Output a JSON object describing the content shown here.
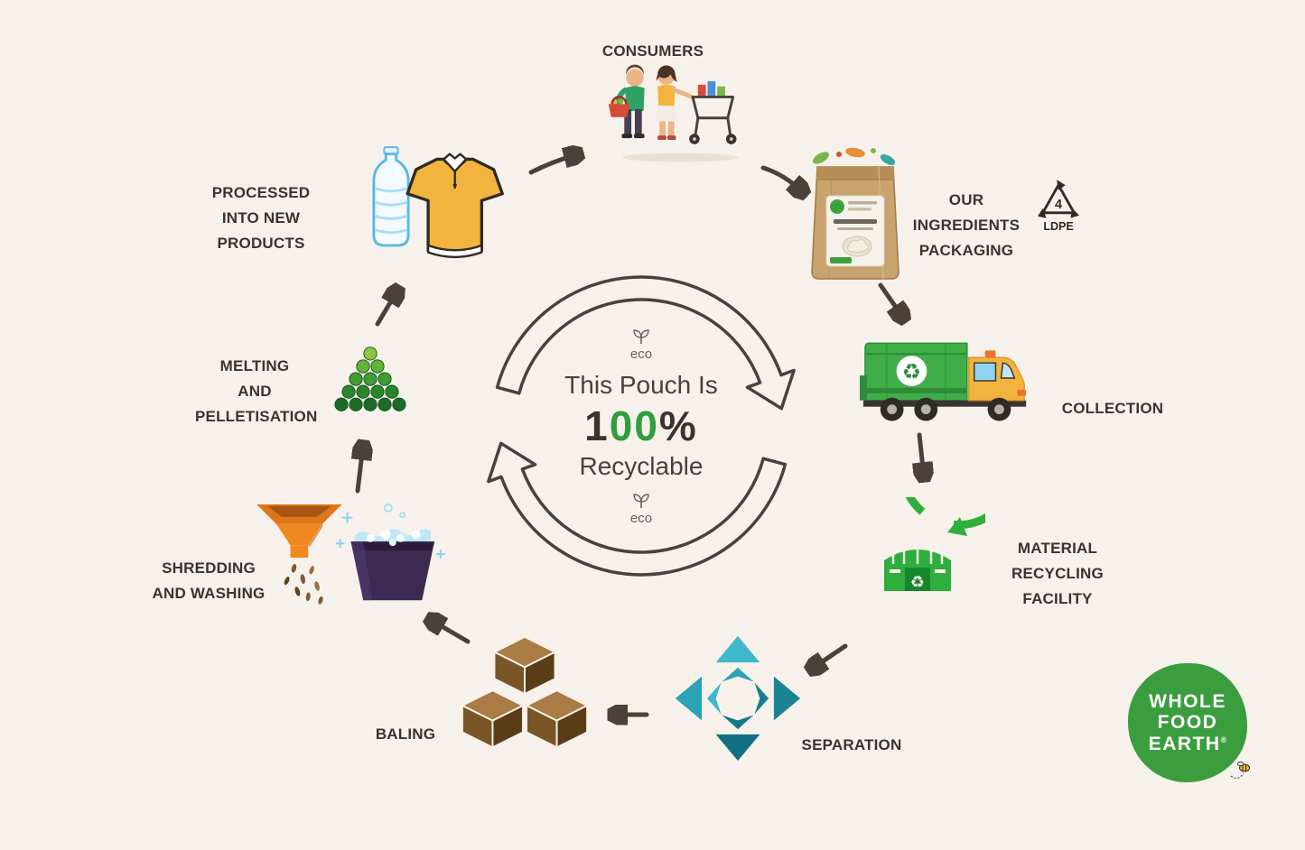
{
  "page": {
    "background": "#f7f1eb"
  },
  "center": {
    "eco_top": "eco",
    "eco_bottom": "eco",
    "line1": "This Pouch Is",
    "pct_prefix": "1",
    "pct_zeros": "00",
    "pct_suffix": "%",
    "line2": "Recyclable"
  },
  "icons": {
    "recycle_glyph": "♻"
  },
  "stages": {
    "consumers": {
      "label": "CONSUMERS"
    },
    "packaging": {
      "lines": [
        "OUR INGREDIENTS",
        "PACKAGING"
      ],
      "resin_number": "4",
      "resin_code": "LDPE"
    },
    "collection": {
      "label": "COLLECTION"
    },
    "material_recycling_facility": {
      "lines": [
        "MATERIAL",
        "RECYCLING",
        "FACILITY"
      ]
    },
    "separation": {
      "label": "SEPARATION"
    },
    "baling": {
      "label": "BALING"
    },
    "shredding_washing": {
      "lines": [
        "SHREDDING",
        "AND WASHING"
      ]
    },
    "melting_pelletisation": {
      "lines": [
        "MELTING",
        "AND",
        "PELLETISATION"
      ]
    },
    "processed_new_products": {
      "lines": [
        "PROCESSED",
        "INTO NEW PRODUCTS"
      ]
    }
  },
  "logo": {
    "lines": [
      "WHOLE",
      "FOOD",
      "EARTH"
    ],
    "registered": "®"
  },
  "colors": {
    "green": "#2eae3c",
    "teal": "#2aa3b5",
    "orange": "#f08a20",
    "kraft": "#c8a36d",
    "dark_text": "#3b342e",
    "arrow": "#4a4238"
  }
}
